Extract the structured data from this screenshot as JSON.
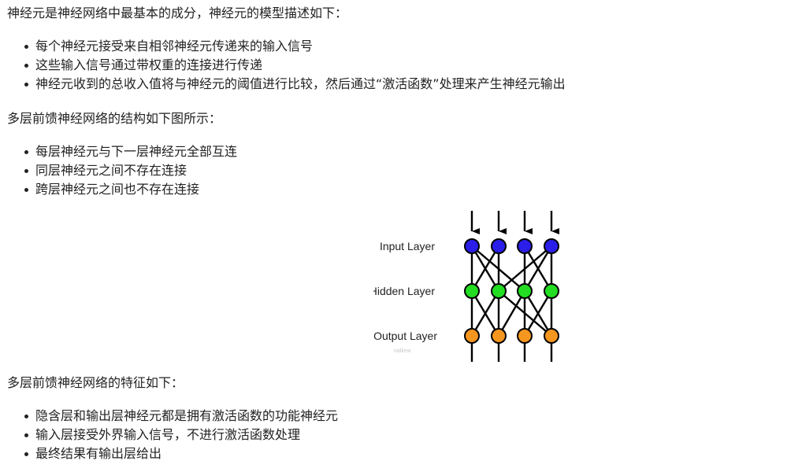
{
  "sections": [
    {
      "intro": "神经元是神经网络中最基本的成分，神经元的模型描述如下：",
      "bullets": [
        "每个神经元接受来自相邻神经元传递来的输入信号",
        "这些输入信号通过带权重的连接进行传递",
        "神经元收到的总收入值将与神经元的阈值进行比较，然后通过“激活函数”处理来产生神经元输出"
      ]
    },
    {
      "intro": "多层前馈神经网络的结构如下图所示：",
      "bullets": [
        "每层神经元与下一层神经元全部互连",
        "同层神经元之间不存在连接",
        "跨层神经元之间也不存在连接"
      ]
    },
    {
      "intro": "多层前馈神经网络的特征如下：",
      "bullets": [
        "隐含层和输出层神经元都是拥有激活函数的功能神经元",
        "输入层接受外界输入信号，不进行激活函数处理",
        "最终结果有输出层给出"
      ]
    }
  ],
  "figure": {
    "layers": [
      {
        "label": "Input Layer",
        "node_count": 4,
        "color": "#2a1ee8"
      },
      {
        "label": "Hidden Layer",
        "node_count": 4,
        "color": "#22dd22"
      },
      {
        "label": "Output Layer",
        "node_count": 4,
        "color": "#f5961e"
      }
    ],
    "watermark": "nalliew",
    "colors": {
      "node_stroke": "#000000",
      "edge": "#000000"
    }
  }
}
